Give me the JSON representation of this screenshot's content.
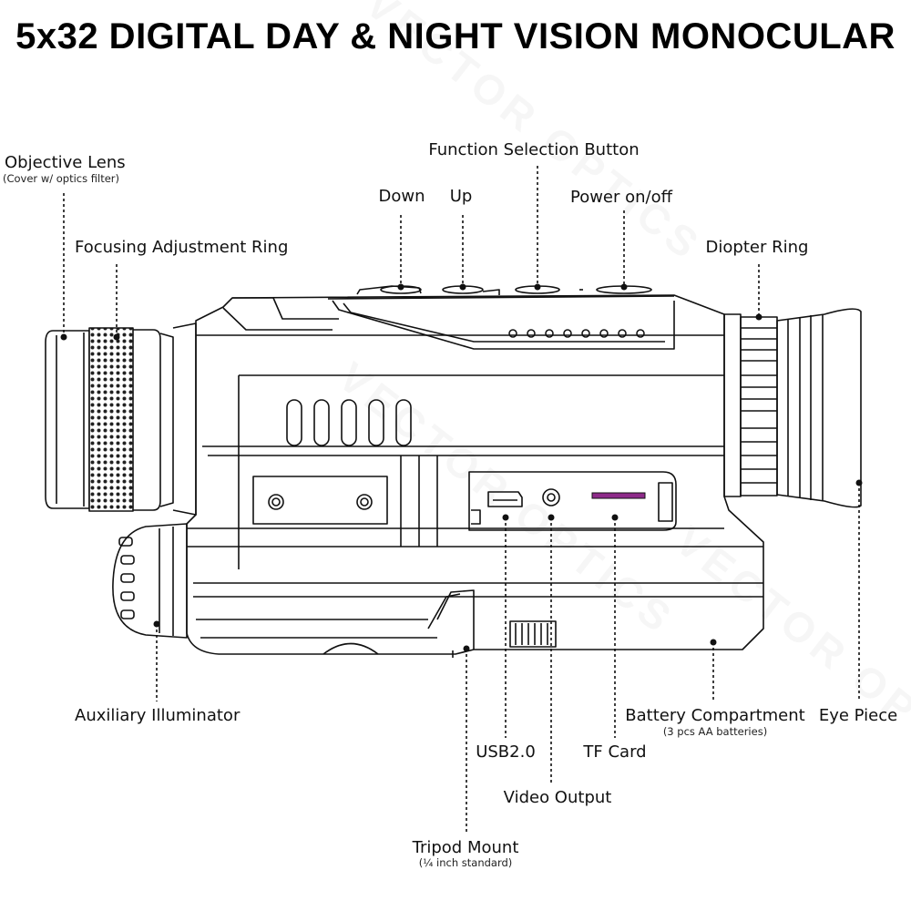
{
  "title": "5x32 DIGITAL DAY & NIGHT VISION MONOCULAR",
  "watermark": "VECTOR OPTICS",
  "accent_color": "#8e2a8a",
  "labels": {
    "objective_lens": "Objective Lens",
    "objective_lens_note": "(Cover w/ optics filter)",
    "focusing_ring": "Focusing Adjustment Ring",
    "function_button": "Function Selection Button",
    "down": "Down",
    "up": "Up",
    "power": "Power on/off",
    "diopter_ring": "Diopter Ring",
    "aux_illuminator": "Auxiliary Illuminator",
    "battery": "Battery Compartment",
    "battery_note": "(3 pcs AA batteries)",
    "eye_piece": "Eye Piece",
    "usb": "USB2.0",
    "tf_card": "TF Card",
    "video_output": "Video Output",
    "tripod_mount": "Tripod Mount",
    "tripod_note": "(¼ inch standard)"
  }
}
